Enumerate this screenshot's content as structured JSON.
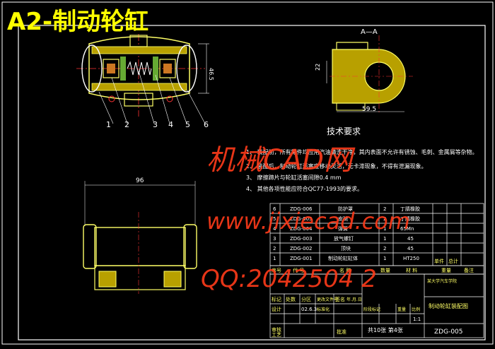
{
  "title": "A2-制动轮缸",
  "section_label": "A—A",
  "dims": {
    "height_left": "46.5",
    "height_right": "22",
    "width_right": "59.5",
    "width_bottom": "96"
  },
  "balloons": [
    "1",
    "2",
    "3",
    "4",
    "5",
    "6"
  ],
  "tech": {
    "heading": "技术要求",
    "items": [
      "1、 装配前，所有零件均应用汽油清洗干净，其内表面不允许有锈蚀、毛刺、金属屑等杂物。",
      "2、 装配后，制动轮缸活塞应移动灵活，无卡滞现象，不得有泄漏现象。",
      "3、 摩擦蹄片与轮缸活塞间隙0.4 mm",
      "4、 其他各项性能应符合QC77-1993的要求。"
    ]
  },
  "watermark": {
    "brand": "机械CAD网",
    "url": "www.jixiecad.com",
    "qq": "QQ:2042504 2"
  },
  "bom": {
    "rows": [
      {
        "num": "6",
        "code": "ZDG-006",
        "name": "防护罩",
        "qty": "2",
        "material": "丁腈橡胶"
      },
      {
        "num": "5",
        "code": "ZDG-005",
        "name": "皮碗",
        "qty": "2",
        "material": "丁腈橡胶"
      },
      {
        "num": "4",
        "code": "ZDG-004",
        "name": "弹簧",
        "qty": "1",
        "material": "65Mn"
      },
      {
        "num": "3",
        "code": "ZDG-003",
        "name": "放气螺钉",
        "qty": "1",
        "material": "45"
      },
      {
        "num": "2",
        "code": "ZDG-002",
        "name": "顶块",
        "qty": "2",
        "material": "45"
      },
      {
        "num": "1",
        "code": "ZDG-001",
        "name": "制动轮缸缸体",
        "qty": "1",
        "material": "HT250"
      }
    ],
    "header": {
      "num": "序号",
      "code": "代 号",
      "name": "名 称",
      "qty": "数量",
      "material": "材 料",
      "unit_weight": "单件",
      "total_weight": "总计",
      "weight": "重量",
      "note": "备注"
    }
  },
  "title_block": {
    "org": "某大学汽车学院",
    "drawing_name": "制动轮缸装配图",
    "drawing_no": "ZDG-005",
    "scale": "1:1",
    "sheets": "共10张 第4张",
    "labels": {
      "mark": "标记",
      "count": "处数",
      "zone": "分区",
      "doc": "更改文件号",
      "sign": "签名",
      "date": "年.月.日",
      "design": "设计",
      "date_val": "02.6.3",
      "standard": "标准化",
      "stage": "阶段标记",
      "weight": "重量",
      "scale": "比例",
      "review": "审核",
      "process": "工艺",
      "approve": "批准"
    }
  }
}
